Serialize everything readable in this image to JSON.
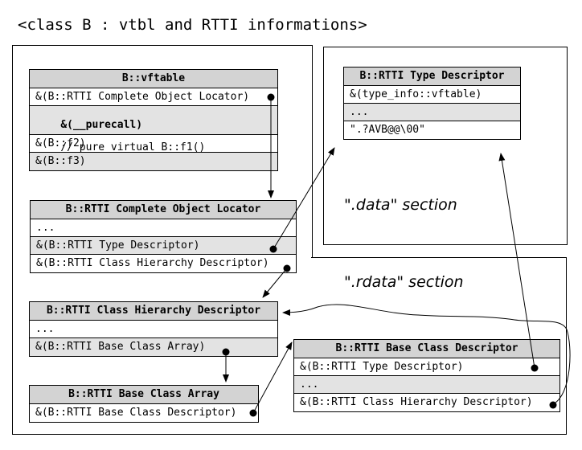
{
  "title": "<class B : vtbl and RTTI informations>",
  "sections": {
    "data": "\".data\" section",
    "rdata": "\".rdata\" section"
  },
  "vftable": {
    "header": "B::vftable",
    "rows": [
      "&(B::RTTI Complete Object Locator)",
      "&(__purecall)",
      "// pure virtual B::f1()",
      "&(B::f2)",
      "&(B::f3)"
    ]
  },
  "type_descriptor": {
    "header": "B::RTTI Type Descriptor",
    "rows": [
      "&(type_info::vftable)",
      "...",
      "\".?AVB@@\\00\""
    ]
  },
  "complete_object_locator": {
    "header": "B::RTTI Complete Object Locator",
    "rows": [
      "...",
      "&(B::RTTI Type Descriptor)",
      "&(B::RTTI Class Hierarchy Descriptor)"
    ]
  },
  "class_hierarchy_descriptor": {
    "header": "B::RTTI Class Hierarchy Descriptor",
    "rows": [
      "...",
      "&(B::RTTI Base Class Array)"
    ]
  },
  "base_class_descriptor": {
    "header": "B::RTTI Base Class Descriptor",
    "rows": [
      "&(B::RTTI Type Descriptor)",
      "...",
      "&(B::RTTI Class Hierarchy Descriptor)"
    ]
  },
  "base_class_array": {
    "header": "B::RTTI Base Class Array",
    "rows": [
      "&(B::RTTI Base Class Descriptor)"
    ]
  }
}
